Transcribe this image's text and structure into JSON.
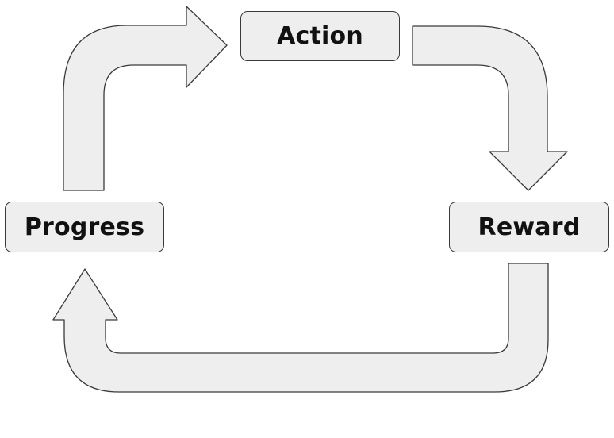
{
  "diagram": {
    "nodes": {
      "action": "Action",
      "reward": "Reward",
      "progress": "Progress"
    },
    "arrows": [
      {
        "from": "Progress",
        "to": "Action"
      },
      {
        "from": "Action",
        "to": "Reward"
      },
      {
        "from": "Reward",
        "to": "Progress"
      }
    ],
    "colors": {
      "fill": "#eeeeee",
      "stroke": "#3a3a3a",
      "text": "#111111",
      "background": "#ffffff"
    }
  }
}
